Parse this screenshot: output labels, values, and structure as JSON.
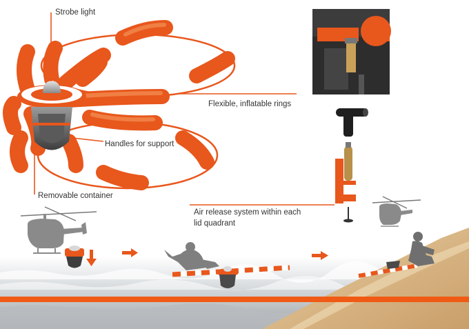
{
  "labels": {
    "strobe_light": "Strobe light",
    "flexible_rings": "Flexible, inflatable rings",
    "handles": "Handles for support",
    "removable_container": "Removable container",
    "air_release_line1": "Air release system within each",
    "air_release_line2": "lid quadrant"
  },
  "colors": {
    "accent": "#E8571C",
    "ring_highlight": "#F28A4E",
    "dark_grey": "#4A4A4A",
    "mid_grey": "#8C8C8C",
    "water": "#C9CCCF",
    "sand": "#D9B889",
    "leader_line": "#E8571C",
    "stripe": "#F05A14"
  },
  "icons": [
    "helicopter-icon",
    "rescue-pod-icon",
    "down-arrow-icon",
    "right-arrow-icon",
    "swimmer-icon",
    "floating-ring-icon",
    "sitting-person-icon",
    "valve-icon",
    "cylinder-icon"
  ]
}
